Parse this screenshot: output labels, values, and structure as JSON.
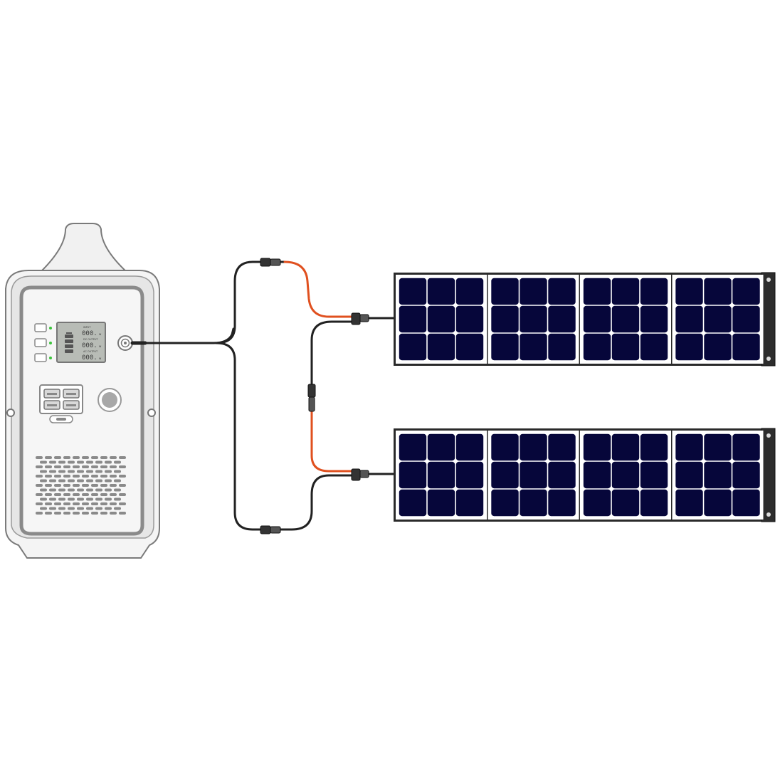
{
  "diagram": {
    "station": {
      "lcd_rows": [
        {
          "label": "INPUT",
          "value": "000.",
          "unit": "w"
        },
        {
          "label": "DC OUTPUT",
          "value": "000.",
          "unit": "w"
        },
        {
          "label": "AC OUTPUT",
          "value": "000.",
          "unit": "w"
        }
      ]
    },
    "panels": [
      {
        "name": "solar-panel-top",
        "sections": 4
      },
      {
        "name": "solar-panel-bottom",
        "sections": 4
      }
    ],
    "colors": {
      "cable_black": "#222222",
      "cable_red": "#e0501f",
      "cell": "#06063a",
      "station_body": "#f4f4f4",
      "indicator": "#3cc43c"
    }
  }
}
